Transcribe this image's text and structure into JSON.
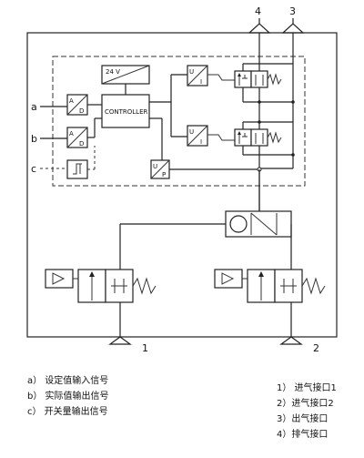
{
  "ports": {
    "p1": "1",
    "p2": "2",
    "p3": "3",
    "p4": "4"
  },
  "signal_labels": {
    "a": "a",
    "b": "b",
    "c": "c"
  },
  "blocks": {
    "supply": "24 V",
    "controller": "CONTROLLER",
    "ad_top": "A/D",
    "ad_bottom": "A/D",
    "ui_top": "U/I",
    "ui_bottom": "U/I",
    "up": "U/P"
  },
  "legend_left": [
    "a） 设定值输入信号",
    "b） 实际值输出信号",
    "c） 开关量输出信号"
  ],
  "legend_right": [
    "1） 进气接口1",
    "2）进气接口2",
    "3）出气接口",
    "4）排气接口"
  ]
}
